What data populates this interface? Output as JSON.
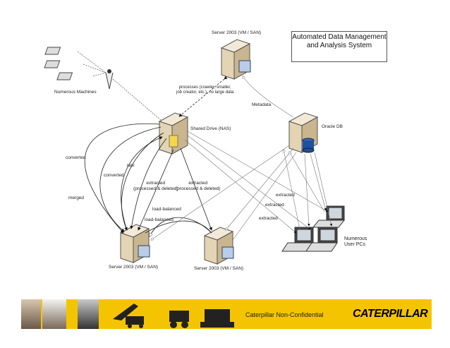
{
  "title": "Automated Data Management and Analysis System",
  "nodes": {
    "server_top": "Server 2003 (VM / SAN)",
    "shared_drive": "Shared Drive (NAS)",
    "oracle_db": "Oracle DB",
    "machines": "Numerous  Machines",
    "server_bottom_left": "Server 2003 (VM / SAN)",
    "server_bottom_mid": "Server 2003 (VM / SAN)",
    "user_pcs": "Numerous\nUser PCs"
  },
  "edges": {
    "processes": "processes (crawler, smaller,\njob creator, etc.), no large data",
    "metadata": "Metadata",
    "converted_1": "converted",
    "raw": "raw",
    "converted_2": "converted",
    "merged": "merged",
    "extracted_1": "extracted\n(processed & deleted)",
    "extracted_2": "extracted\n(processed & deleted)",
    "load_balanced_1": "load-balanced",
    "load_balanced_2": "load-balanced",
    "extracted_a": "extracted",
    "extracted_b": "extracted",
    "extracted_c": "extracted"
  },
  "footer": {
    "text": "Caterpillar Non-Confidential",
    "logo": "CATERPILLAR"
  },
  "colors": {
    "footer_yellow": "#f5c400",
    "server_beige": "#e8dcc2",
    "db_blue": "#1f4fa0"
  }
}
